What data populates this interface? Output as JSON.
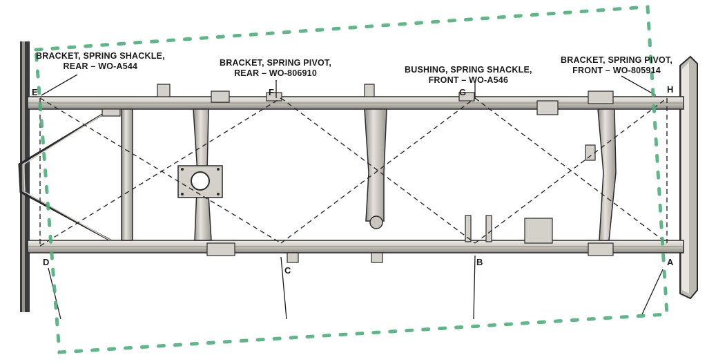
{
  "callouts": {
    "rear_shackle": {
      "line1": "BRACKET, SPRING SHACKLE,",
      "line2": "REAR – WO-A544"
    },
    "rear_pivot": {
      "line1": "BRACKET, SPRING PIVOT,",
      "line2": "REAR – WO-806910"
    },
    "front_shackle": {
      "line1": "BUSHING, SPRING SHACKLE,",
      "line2": "FRONT – WO-A546"
    },
    "front_pivot": {
      "line1": "BRACKET, SPRING PIVOT,",
      "line2": "FRONT – WO-805914"
    }
  },
  "points": {
    "A": "A",
    "B": "B",
    "C": "C",
    "D": "D",
    "E": "E",
    "F": "F",
    "G": "G",
    "H": "H"
  },
  "colors": {
    "ink": "#1a1a1a",
    "metal_light": "#d9d6d0",
    "metal_dark": "#8a8680",
    "highlight": "#4caf7a"
  }
}
